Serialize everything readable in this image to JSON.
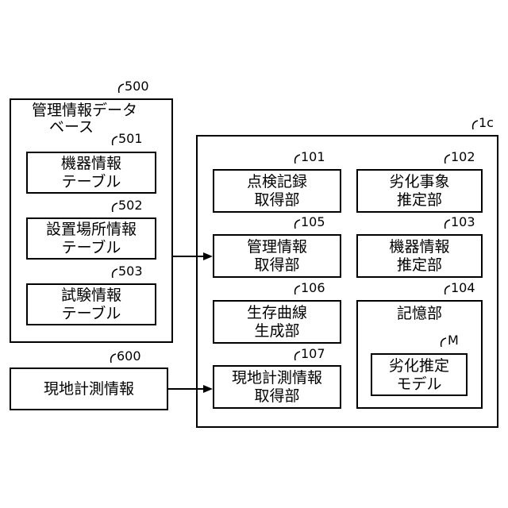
{
  "db": {
    "ref": "500",
    "title_line1": "管理情報データ",
    "title_line2": "ベース",
    "tables": [
      {
        "ref": "501",
        "line1": "機器情報",
        "line2": "テーブル"
      },
      {
        "ref": "502",
        "line1": "設置場所情報",
        "line2": "テーブル"
      },
      {
        "ref": "503",
        "line1": "試験情報",
        "line2": "テーブル"
      }
    ]
  },
  "field": {
    "ref": "600",
    "label": "現地計測情報"
  },
  "device": {
    "ref": "1c",
    "units": [
      {
        "ref": "101",
        "line1": "点検記録",
        "line2": "取得部"
      },
      {
        "ref": "105",
        "line1": "管理情報",
        "line2": "取得部"
      },
      {
        "ref": "106",
        "line1": "生存曲線",
        "line2": "生成部"
      },
      {
        "ref": "107",
        "line1": "現地計測情報",
        "line2": "取得部"
      },
      {
        "ref": "102",
        "line1": "劣化事象",
        "line2": "推定部"
      },
      {
        "ref": "103",
        "line1": "機器情報",
        "line2": "推定部"
      }
    ],
    "storage": {
      "ref": "104",
      "label": "記憶部",
      "model": {
        "ref": "M",
        "line1": "劣化推定",
        "line2": "モデル"
      }
    }
  }
}
